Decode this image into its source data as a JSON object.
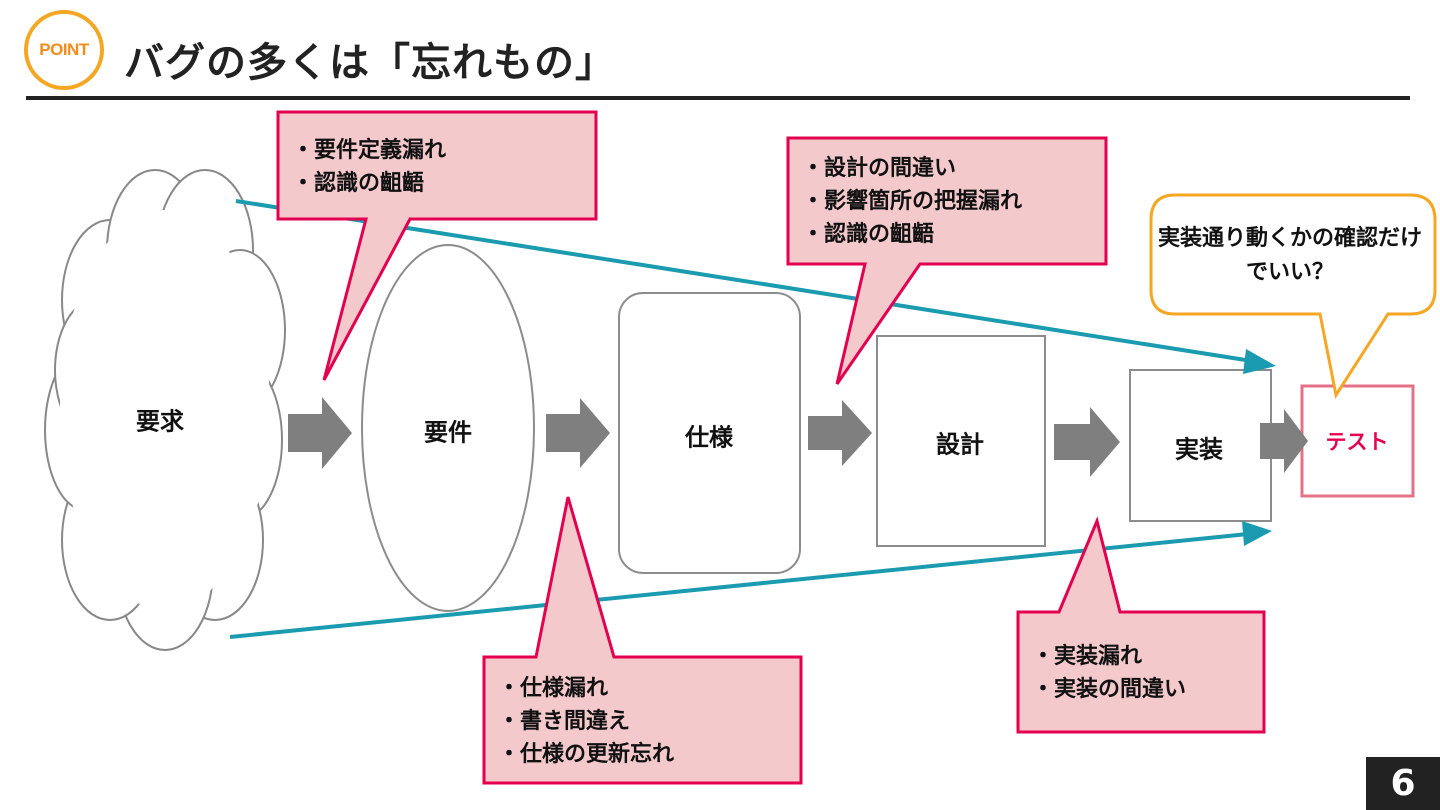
{
  "header": {
    "badge": "POINT",
    "title": "バグの多くは「忘れもの」"
  },
  "stages": [
    {
      "id": "youkyu",
      "label": "要求"
    },
    {
      "id": "youken",
      "label": "要件"
    },
    {
      "id": "shiyou",
      "label": "仕様"
    },
    {
      "id": "sekkei",
      "label": "設計"
    },
    {
      "id": "jissou",
      "label": "実装"
    },
    {
      "id": "test",
      "label": "テスト"
    }
  ],
  "callouts": {
    "youken": [
      "・要件定義漏れ",
      "・認識の齟齬"
    ],
    "shiyou": [
      "・仕様漏れ",
      "・書き間違え",
      "・仕様の更新忘れ"
    ],
    "sekkei": [
      "・設計の間違い",
      "・影響箇所の把握漏れ",
      "・認識の齟齬"
    ],
    "jissou": [
      "・実装漏れ",
      "・実装の間違い"
    ],
    "question": "実装通り動くかの確認だけでいい？"
  },
  "page_number": "6",
  "colors": {
    "accent_orange": "#f5a623",
    "callout_fill": "#f4c9cc",
    "callout_border": "#e2004f",
    "arrow_gray": "#7f7f7f",
    "funnel_teal": "#1a9bb0",
    "test_red": "#e8004f"
  }
}
